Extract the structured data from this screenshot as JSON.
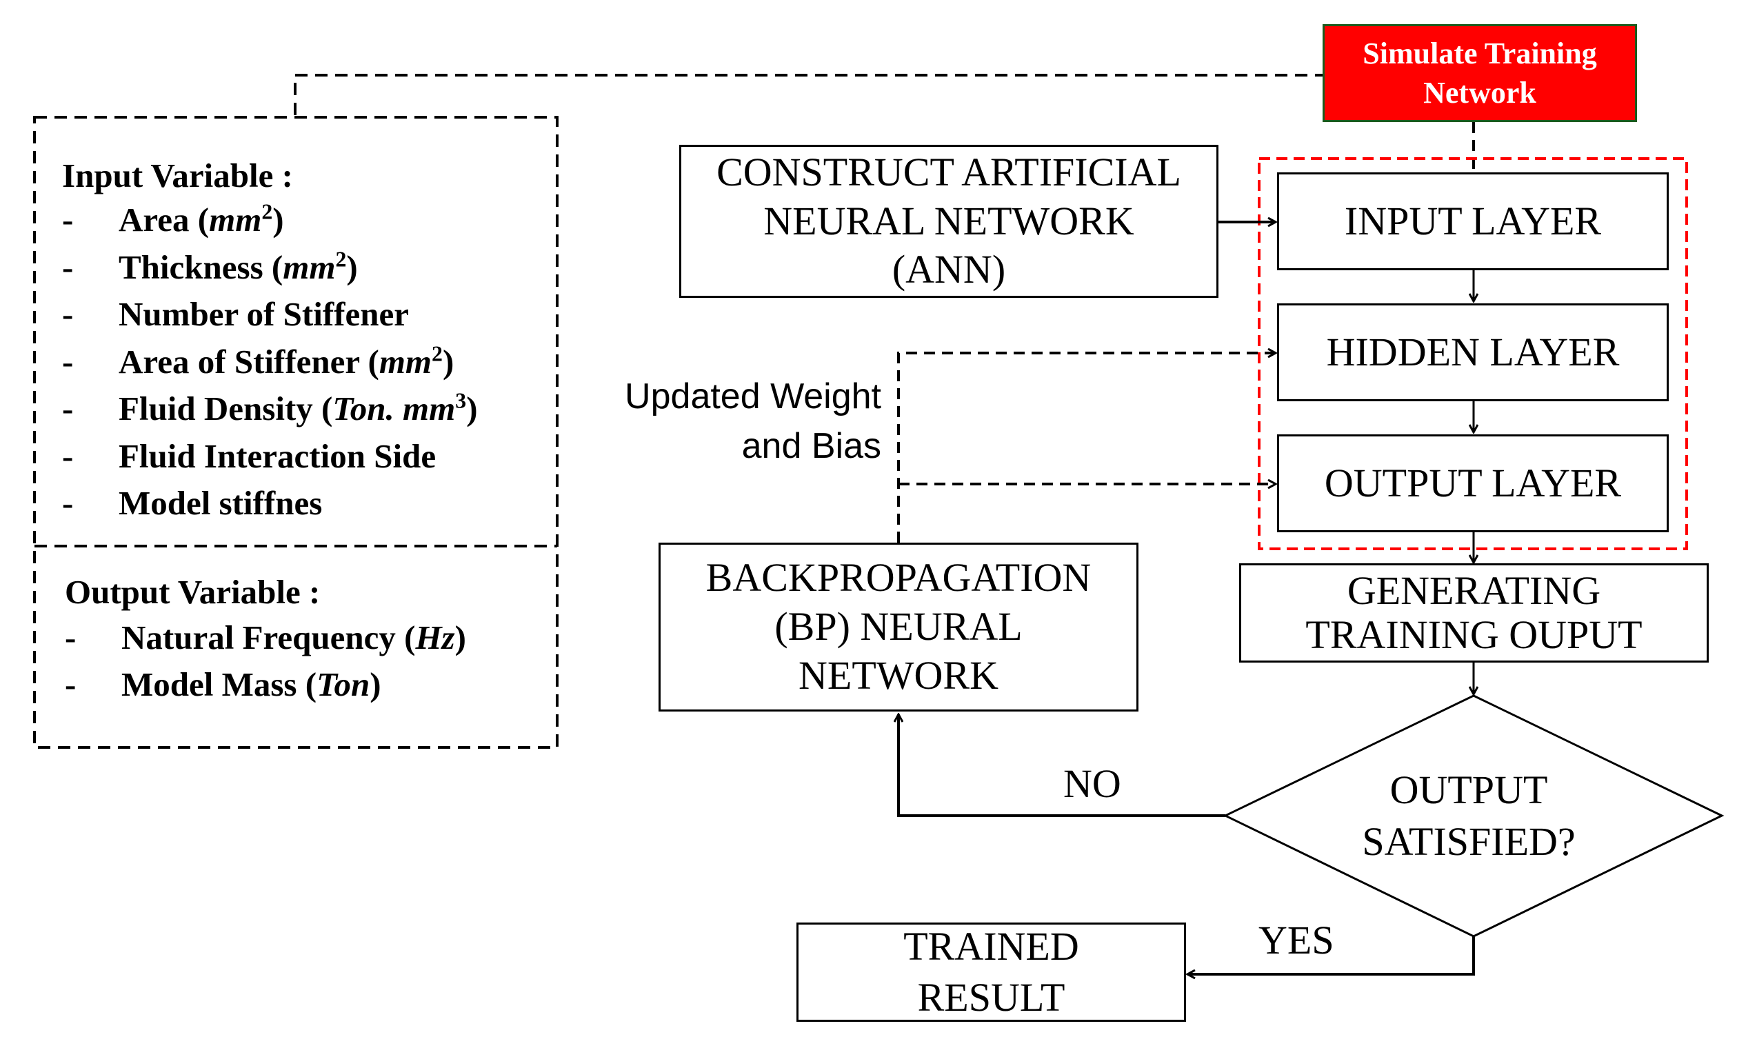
{
  "simulate_box": {
    "line1": "Simulate Training",
    "line2": "Network"
  },
  "input_vars": {
    "title": "Input Variable :",
    "items": [
      {
        "dash": "-",
        "name": "Area (",
        "unit": "mm",
        "sup": "2",
        "close": ")"
      },
      {
        "dash": "-",
        "name": "Thickness (",
        "unit": "mm",
        "sup": "2",
        "close": ")"
      },
      {
        "dash": "-",
        "name": "Number of Stiffener",
        "unit": "",
        "sup": "",
        "close": ""
      },
      {
        "dash": "-",
        "name": "Area of Stiffener (",
        "unit": "mm",
        "sup": "2",
        "close": ")"
      },
      {
        "dash": "-",
        "name": "Fluid Density (",
        "unit": "Ton. mm",
        "sup": "3",
        "close": ")"
      },
      {
        "dash": "-",
        "name": "Fluid Interaction Side",
        "unit": "",
        "sup": "",
        "close": ""
      },
      {
        "dash": "-",
        "name": "Model stiffnes",
        "unit": "",
        "sup": "",
        "close": ""
      }
    ]
  },
  "output_vars": {
    "title": "Output Variable :",
    "items": [
      {
        "dash": "-",
        "name": "Natural Frequency (",
        "unit": "Hz",
        "sup": "",
        "close": ")"
      },
      {
        "dash": "-",
        "name": "Model Mass (",
        "unit": "Ton",
        "sup": "",
        "close": ")"
      }
    ]
  },
  "construct_ann": {
    "line1": "CONSTRUCT ARTIFICIAL",
    "line2": "NEURAL NETWORK",
    "line3": "(ANN)"
  },
  "input_layer": "INPUT LAYER",
  "hidden_layer": "HIDDEN LAYER",
  "output_layer": "OUTPUT LAYER",
  "updated_weight": {
    "line1": "Updated Weight",
    "line2": "and Bias"
  },
  "backprop": {
    "line1": "BACKPROPAGATION",
    "line2": "(BP) NEURAL",
    "line3": "NETWORK"
  },
  "generating": {
    "line1": "GENERATING",
    "line2": "TRAINING OUPUT"
  },
  "decision": {
    "line1": "OUTPUT",
    "line2": "SATISFIED?"
  },
  "no_label": "NO",
  "yes_label": "YES",
  "trained": {
    "line1": "TRAINED",
    "line2": "RESULT"
  },
  "colors": {
    "red_fill": "#ff0000",
    "red_border": "#1d5a1d",
    "dash_red": "#ff0000",
    "line": "#000000"
  }
}
